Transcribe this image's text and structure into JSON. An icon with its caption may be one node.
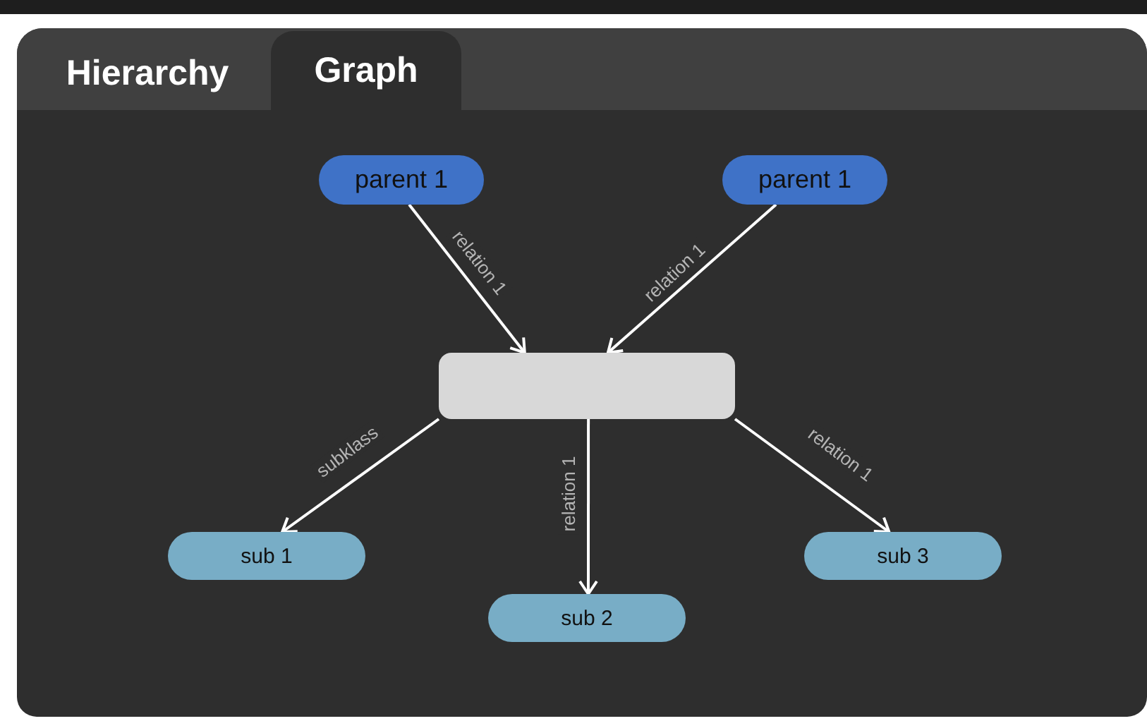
{
  "diagram": {
    "nodes": [
      {
        "text": [
          "parent 1"
        ]
      },
      {
        "text": [
          "parent 1"
        ]
      },
      {
        "text": [],
        "shape": "box"
      },
      {
        "text": [
          "sub 1"
        ]
      },
      {
        "text": [
          "sub 2"
        ]
      },
      {
        "text": [
          "sub 3"
        ]
      }
    ],
    "edges": [
      {
        "from": 0,
        "to": 2,
        "arrow": "to",
        "label": "relation 1"
      },
      {
        "from": 1,
        "to": 2,
        "arrow": "to",
        "label": "relation 1"
      },
      {
        "from": 2,
        "to": 3,
        "arrow": "to",
        "label": "subklass"
      },
      {
        "from": 2,
        "to": 4,
        "arrow": "to",
        "label": "relation 1"
      },
      {
        "from": 2,
        "to": 5,
        "arrow": "to",
        "label": "relation 1"
      }
    ],
    "labels": [
      "Hierarchy",
      "Graph"
    ]
  }
}
